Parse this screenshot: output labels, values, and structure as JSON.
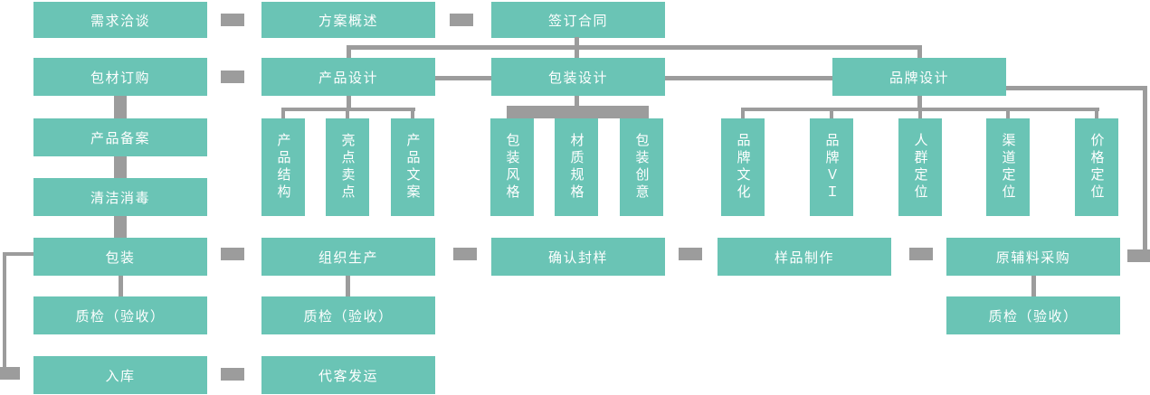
{
  "colors": {
    "node": "#6ac4b5",
    "connector": "#9c9c9c",
    "text": "#ffffff",
    "background": "#ffffff"
  },
  "nodes": {
    "demand_negotiation": "需求洽谈",
    "plan_overview": "方案概述",
    "sign_contract": "签订合同",
    "packaging_material_order": "包材订购",
    "product_design": "产品设计",
    "packaging_design": "包装设计",
    "brand_design": "品牌设计",
    "product_filing": "产品备案",
    "cleaning_disinfection": "清洁消毒",
    "packing": "包装",
    "qc_acceptance_left": "质检（验收）",
    "warehousing": "入库",
    "organize_production": "组织生产",
    "qc_acceptance_mid": "质检（验收）",
    "customer_shipping": "代客发运",
    "confirm_sealed_sample": "确认封样",
    "sample_making": "样品制作",
    "raw_material_purchase": "原辅料采购",
    "qc_acceptance_right": "质检（验收）",
    "product_structure": "产品结构",
    "highlights_selling_points": "亮点卖点",
    "product_copy": "产品文案",
    "packaging_style": "包装风格",
    "material_specs": "材质规格",
    "packaging_creativity": "包装创意",
    "brand_culture": "品牌文化",
    "brand_vi": "品牌ＶＩ",
    "audience_positioning": "人群定位",
    "channel_positioning": "渠道定位",
    "price_positioning": "价格定位"
  }
}
